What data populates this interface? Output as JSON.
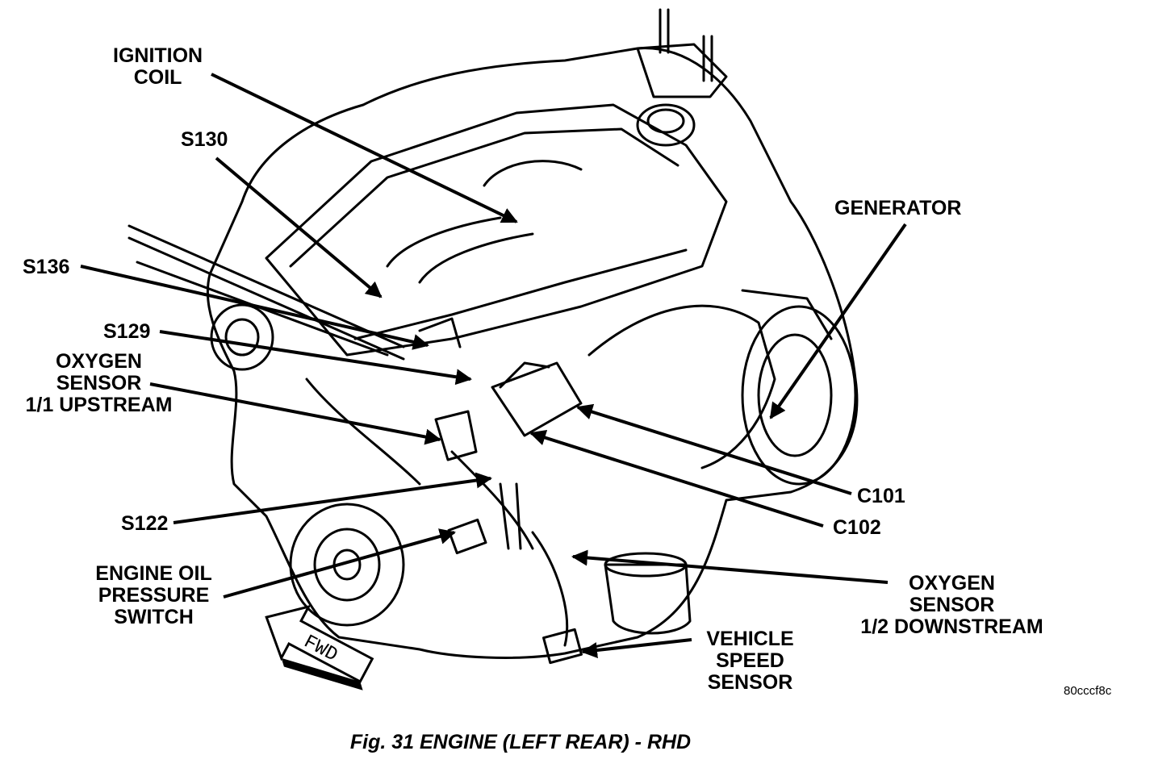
{
  "labels": {
    "ignition_coil": "IGNITION\nCOIL",
    "s130": "S130",
    "s136": "S136",
    "s129": "S129",
    "oxygen_sensor_upstream": "OXYGEN\nSENSOR\n1/1 UPSTREAM",
    "s122": "S122",
    "engine_oil_pressure_switch": "ENGINE OIL\nPRESSURE\nSWITCH",
    "generator": "GENERATOR",
    "c101": "C101",
    "c102": "C102",
    "oxygen_sensor_downstream": "OXYGEN\nSENSOR\n1/2 DOWNSTREAM",
    "vehicle_speed_sensor": "VEHICLE\nSPEED\nSENSOR"
  },
  "fwd": "FWD",
  "image_code": "80cccf8c",
  "caption": "Fig. 31 ENGINE (LEFT REAR) - RHD",
  "colors": {
    "ink": "#000000",
    "paper": "#ffffff"
  }
}
